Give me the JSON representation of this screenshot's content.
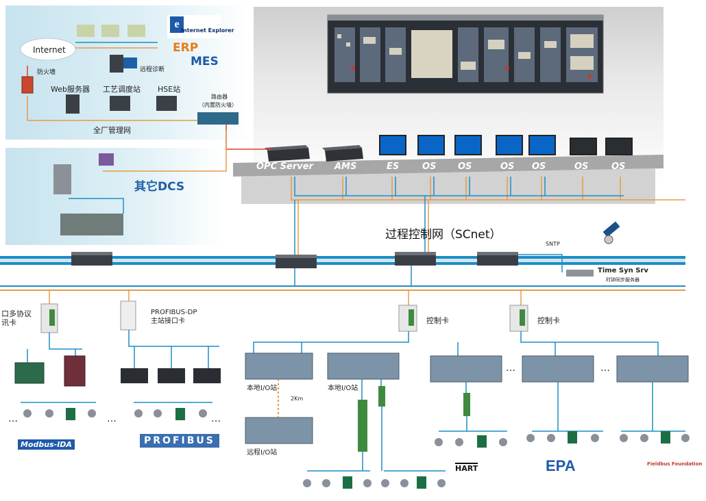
{
  "management": {
    "internet": "Internet",
    "firewall": "防火墙",
    "remote_diag": "远程诊断",
    "web_server": "Web服务器",
    "process_station": "工艺调度站",
    "hse_station": "HSE站",
    "router": "路由器",
    "router_sub": "（内置防火墙）",
    "plant_network": "全厂管理网",
    "ie_logo": "Internet Explorer",
    "erp": "ERP",
    "mes": "MES"
  },
  "other_dcs": {
    "title": "其它DCS"
  },
  "operator_desk": {
    "devices": [
      "OPC Server",
      "AMS",
      "ES",
      "OS",
      "OS",
      "OS",
      "OS",
      "OS",
      "OS"
    ]
  },
  "control_network": {
    "title": "过程控制网（SCnet）",
    "sntp": "SNTP",
    "time_server": "Time Syn Srv",
    "time_server_sub": "时钟同步服务器"
  },
  "field": {
    "multi_protocol_card": "口多协议\n讯卡",
    "profibus_card": "PROFIBUS-DP\n主站接口卡",
    "control_card_1": "控制卡",
    "control_card_2": "控制卡",
    "local_io_1": "本地I/O站",
    "local_io_2": "本地I/O站",
    "remote_io": "远程I/O站",
    "distance": "2Km",
    "ellipsis": "…"
  },
  "logos": {
    "modbus": "Modbus-IDA",
    "profibus": "PROFIBUS",
    "hart": "HART",
    "epa": "EPA",
    "fieldbus": "Fieldbus Foundation"
  },
  "colors": {
    "network_orange": "#e79a45",
    "network_blue": "#1d8ec4",
    "lan_red": "#d8402a",
    "erp_orange": "#e87b1c",
    "mes_blue": "#1e5aa8",
    "dcs_blue": "#1f5fa8"
  }
}
